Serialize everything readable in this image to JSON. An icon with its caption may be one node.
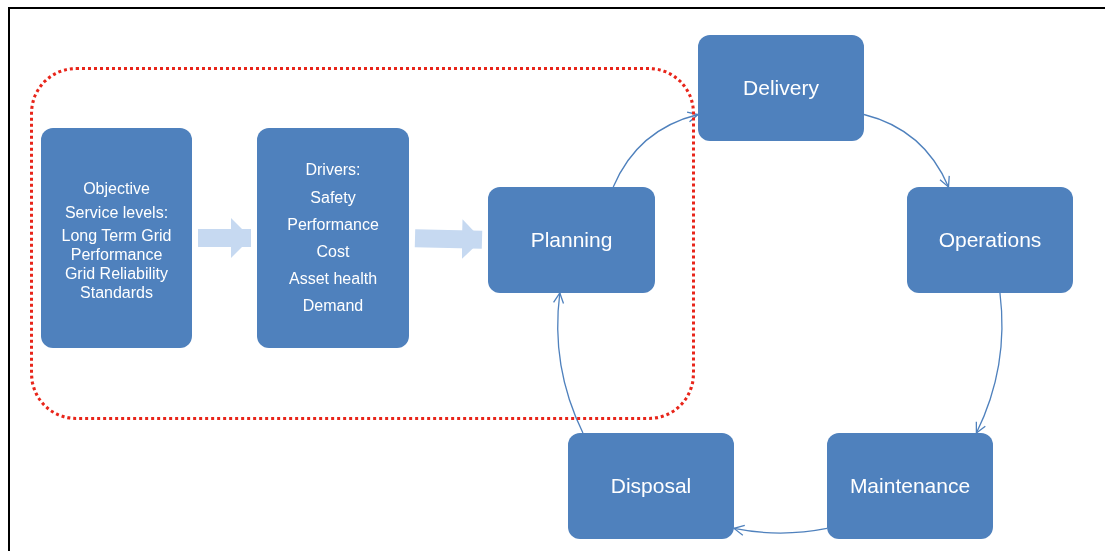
{
  "diagram": {
    "nodes": [
      {
        "text": [],
        "shape": "box"
      },
      {
        "text": [
          "Objective",
          "Service levels:",
          "Long Term Grid Performance Grid Reliability Standards"
        ],
        "in": 0
      },
      {
        "text": [
          "Drivers:",
          "Safety",
          "Performance",
          "Cost",
          "Asset health",
          "Demand"
        ],
        "in": 0
      },
      {
        "text": [
          "Planning"
        ],
        "in": 0
      },
      {
        "text": [
          "Delivery"
        ]
      },
      {
        "text": [
          "Operations"
        ]
      },
      {
        "text": [
          "Maintenance"
        ]
      },
      {
        "text": [
          "Disposal"
        ]
      }
    ],
    "edges": [
      {
        "from": 1,
        "to": 2,
        "arrow": "to",
        "style": "thick",
        "color": "#c6d9f1"
      },
      {
        "from": 2,
        "to": 3,
        "arrow": "to",
        "style": "thick",
        "color": "#c6d9f1"
      },
      {
        "from": 3,
        "to": 4,
        "arrow": "to"
      },
      {
        "from": 4,
        "to": 5,
        "arrow": "to"
      },
      {
        "from": 5,
        "to": 6,
        "arrow": "to"
      },
      {
        "from": 6,
        "to": 7,
        "arrow": "to"
      },
      {
        "from": 7,
        "to": 3,
        "arrow": "to"
      }
    ]
  }
}
